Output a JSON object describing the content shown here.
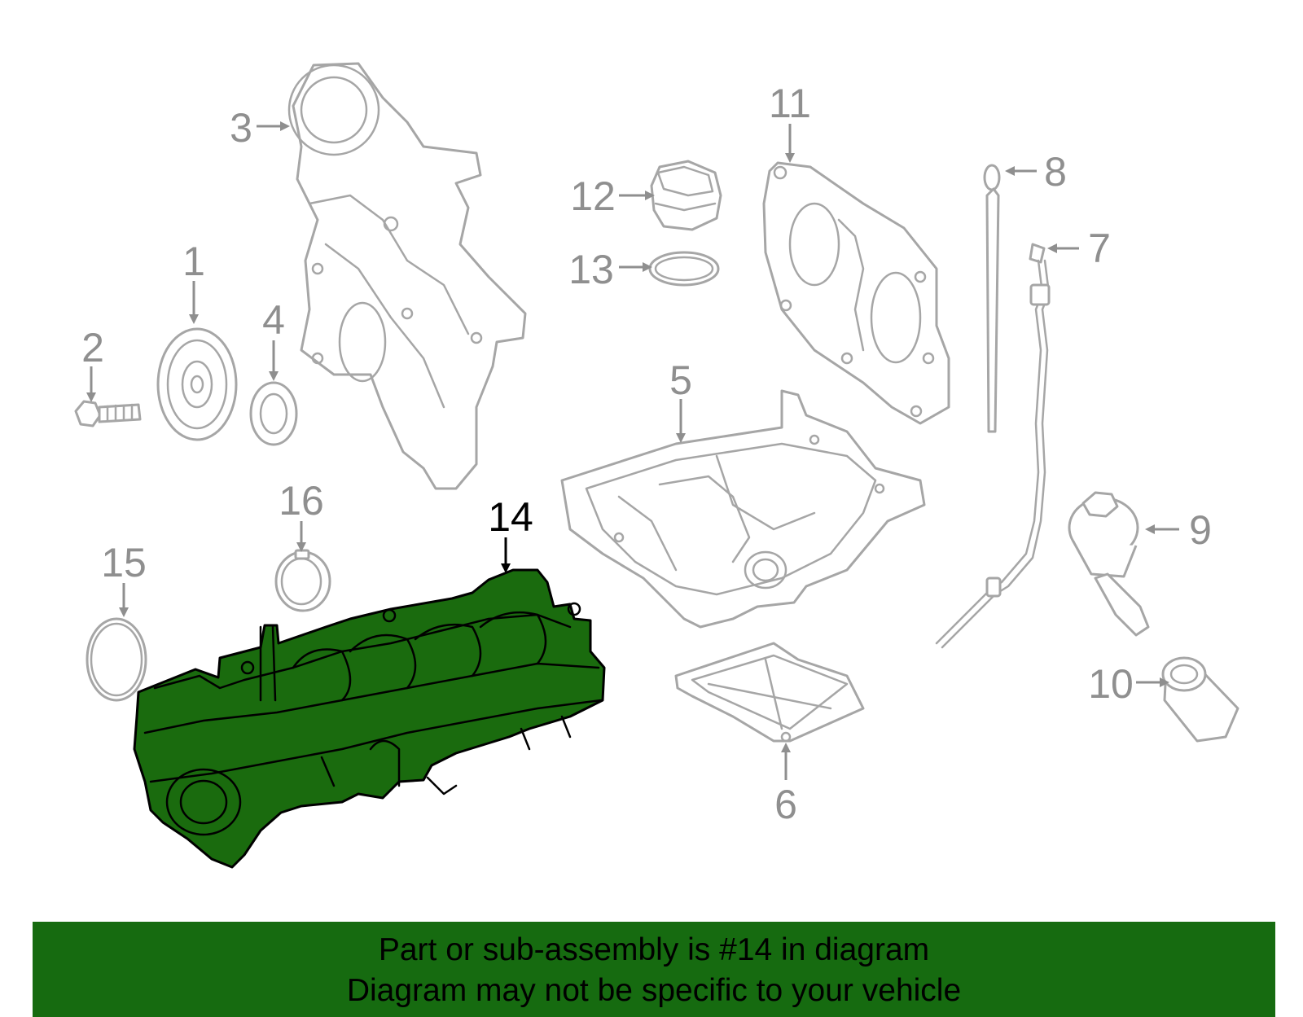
{
  "diagram": {
    "callouts": [
      {
        "id": "c1",
        "label": "1"
      },
      {
        "id": "c2",
        "label": "2"
      },
      {
        "id": "c3",
        "label": "3"
      },
      {
        "id": "c4",
        "label": "4"
      },
      {
        "id": "c5",
        "label": "5"
      },
      {
        "id": "c6",
        "label": "6"
      },
      {
        "id": "c7",
        "label": "7"
      },
      {
        "id": "c8",
        "label": "8"
      },
      {
        "id": "c9",
        "label": "9"
      },
      {
        "id": "c10",
        "label": "10"
      },
      {
        "id": "c11",
        "label": "11"
      },
      {
        "id": "c12",
        "label": "12"
      },
      {
        "id": "c13",
        "label": "13"
      },
      {
        "id": "c14",
        "label": "14"
      },
      {
        "id": "c15",
        "label": "15"
      },
      {
        "id": "c16",
        "label": "16"
      }
    ],
    "highlighted_part": "14",
    "colors": {
      "highlight_fill": "#1a6b0e",
      "line_gray": "#a6a6a6",
      "label_gray": "#8f8f8f",
      "banner": "#166b10"
    }
  },
  "banner": {
    "line1": "Part or sub-assembly is #14 in diagram",
    "line2": "Diagram may not be specific to your vehicle"
  }
}
